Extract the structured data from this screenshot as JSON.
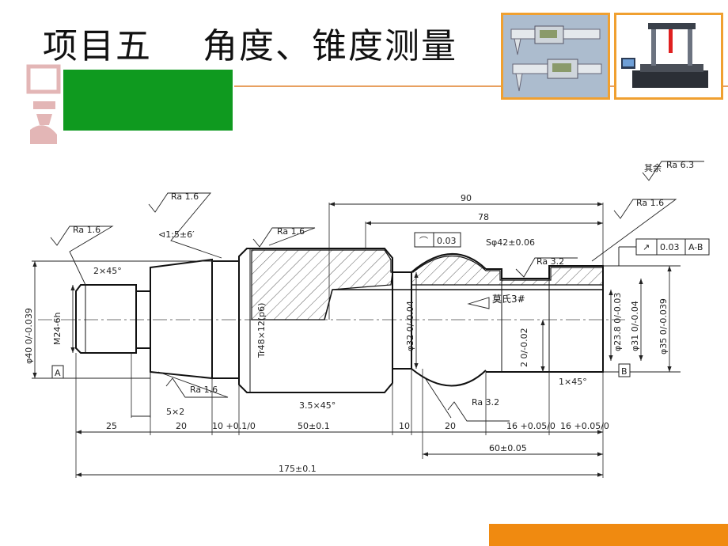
{
  "slide": {
    "title": "项目五    角度、锥度测量"
  },
  "drawing": {
    "roughness_general": "其余",
    "roughness_values": {
      "ra63": "Ra 6.3",
      "ra16": "Ra 1.6",
      "ra32": "Ra 3.2"
    },
    "tolerance_frame": {
      "value": "0.03",
      "datum": "A-B"
    },
    "datums": {
      "a": "A",
      "b": "B"
    },
    "chamfers": {
      "c2": "2×45°",
      "c3": "3.5×45°",
      "c1": "1×45°"
    },
    "angle": "⊲1:5±6′",
    "undercut": "5×2",
    "sphere": "Sφ42±0.06",
    "sphere_box": "0.03",
    "morse": "莫氏3#",
    "diameters": {
      "d40": "φ40 0/-0.039",
      "m24": "M24-6h",
      "tr48": "Tr48×12(p6)",
      "d32": "φ32 0/-0.04",
      "d238": "φ23.8 0/-0.03",
      "d31": "φ31 0/-0.04",
      "d35": "φ35 0/-0.039",
      "w2": "2 0/-0.02"
    },
    "lengths": {
      "l90": "90",
      "l78": "78",
      "l25": "25",
      "l20a": "20",
      "l10a": "10 +0.1/0",
      "l50": "50±0.1",
      "l10b": "10",
      "l20b": "20",
      "l16a": "16 +0.05/0",
      "l16b": "16 +0.05/0",
      "l60": "60±0.05",
      "l175": "175±0.1"
    }
  }
}
